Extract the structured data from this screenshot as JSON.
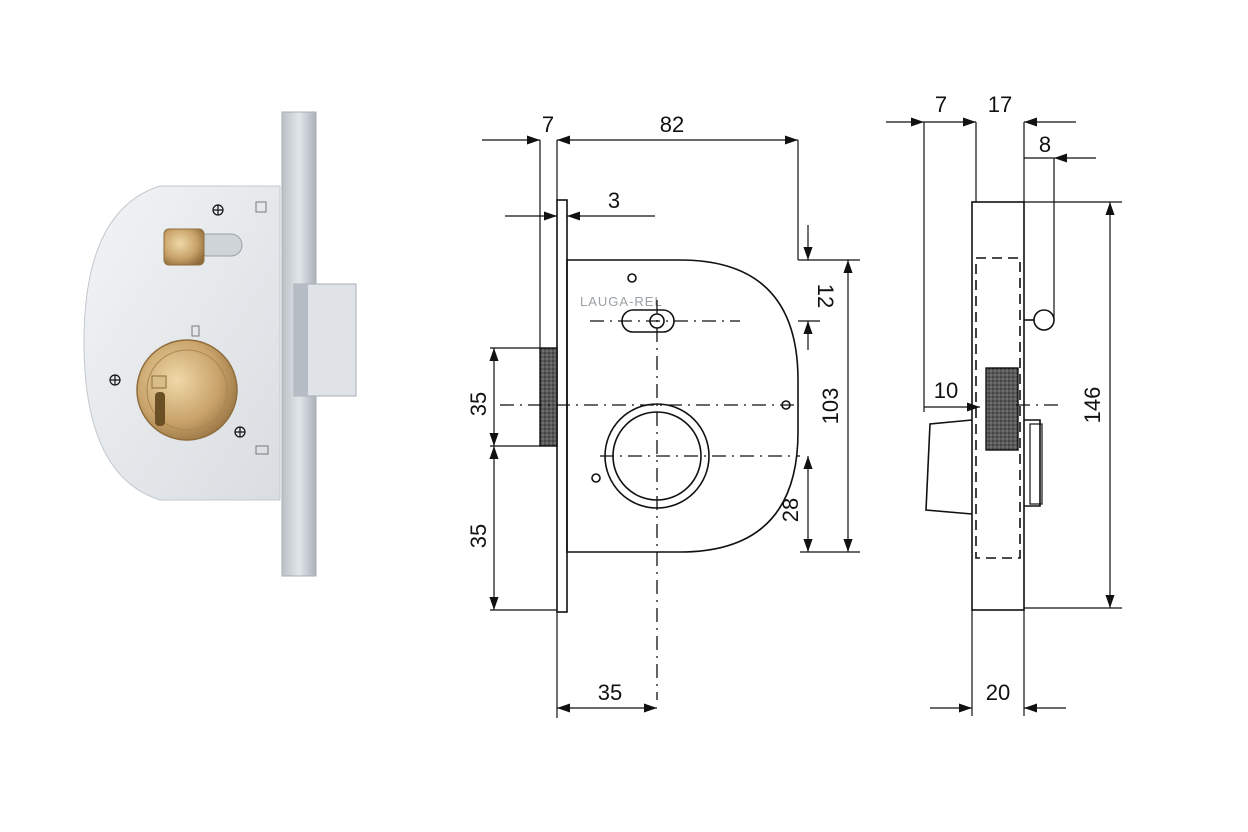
{
  "dimensions": {
    "front": {
      "faceplate_thickness": "7",
      "depth": "82",
      "edge_offset": "3",
      "bolt_to_top": "12",
      "case_height": "103",
      "cylinder_to_bottom": "28",
      "upper_35": "35",
      "lower_35": "35",
      "backset": "35"
    },
    "side": {
      "faceplate": "7",
      "body_width": "17",
      "knob_offset": "8",
      "bolt_projection": "10",
      "total_height": "146",
      "total_width": "20"
    }
  },
  "colors": {
    "lock_body": "#e8ebee",
    "faceplate": "#c9ced3",
    "brass": "#c9a36a",
    "bolt": "#d5dadf",
    "hatch": "#444444"
  },
  "brand_mark": "LAUGA-REL"
}
